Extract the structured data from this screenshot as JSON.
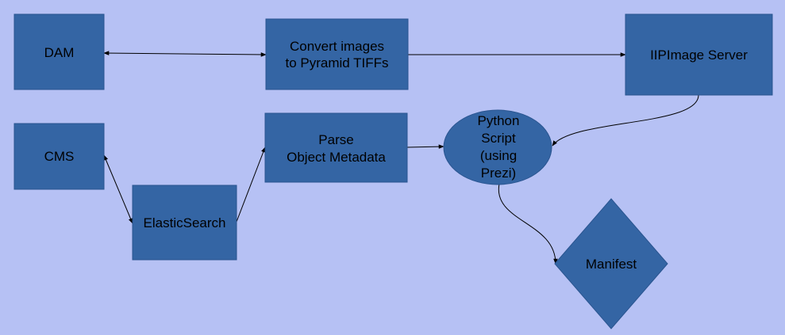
{
  "colors": {
    "background": "#b6c1f4",
    "node_fill": "#3465a4",
    "node_stroke": "#2a5590",
    "edge": "#000000",
    "text": "#000000"
  },
  "nodes": {
    "dam": {
      "label": "DAM"
    },
    "convert": {
      "label_line1": "Convert images",
      "label_line2": "to Pyramid TIFFs"
    },
    "iip": {
      "label": "IIPImage Server"
    },
    "cms": {
      "label": "CMS"
    },
    "parse": {
      "label_line1": "Parse",
      "label_line2": "Object Metadata"
    },
    "python": {
      "line1": "Python",
      "line2": "Script",
      "line3": "(using",
      "line4": "Prezi)"
    },
    "elastic": {
      "label": "ElasticSearch"
    },
    "manifest": {
      "label": "Manifest"
    }
  },
  "edges": [
    {
      "from": "dam",
      "to": "convert",
      "bidirectional": true
    },
    {
      "from": "convert",
      "to": "iip",
      "bidirectional": false
    },
    {
      "from": "iip",
      "to": "python",
      "bidirectional": false
    },
    {
      "from": "cms",
      "to": "elastic",
      "bidirectional": true
    },
    {
      "from": "elastic",
      "to": "parse",
      "bidirectional": false
    },
    {
      "from": "parse",
      "to": "python",
      "bidirectional": false
    },
    {
      "from": "python",
      "to": "manifest",
      "bidirectional": false
    }
  ]
}
